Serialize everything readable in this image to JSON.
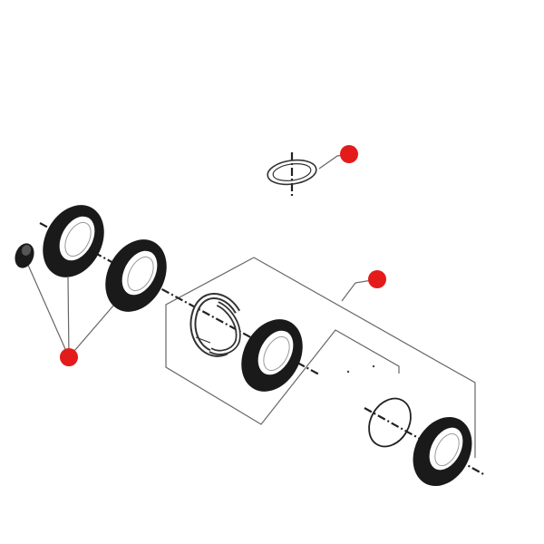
{
  "diagram": {
    "type": "exploded-parts-diagram",
    "background_color": "#ffffff",
    "line_color": "#555555",
    "part_color": "#1a1a1a",
    "marker_color": "#e31b1b",
    "parts": [
      {
        "name": "o-ring-small"
      },
      {
        "name": "cap-seal"
      },
      {
        "name": "oil-seal-1"
      },
      {
        "name": "oil-seal-2"
      },
      {
        "name": "split-ring"
      },
      {
        "name": "oil-seal-3"
      },
      {
        "name": "o-ring-large"
      },
      {
        "name": "oil-seal-4"
      }
    ],
    "callout_markers": [
      {
        "name": "callout-marker-1"
      },
      {
        "name": "callout-marker-2"
      },
      {
        "name": "callout-marker-3"
      }
    ]
  }
}
